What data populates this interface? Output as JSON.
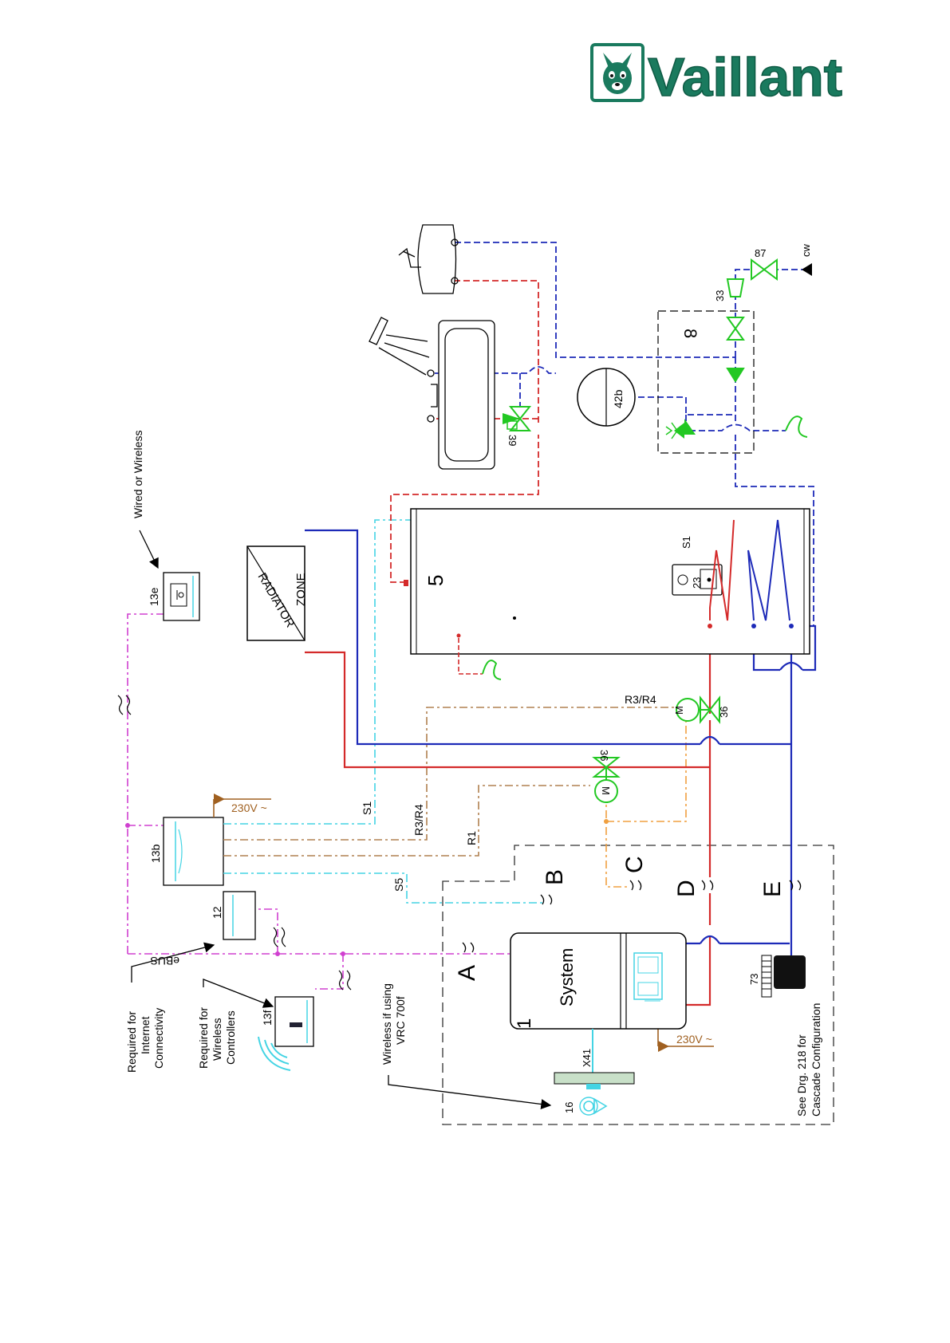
{
  "brand": {
    "name": "Vaillant",
    "color": "#1a7a5e"
  },
  "colors": {
    "flow": "#d42a2a",
    "return": "#1d2ab8",
    "sensor": "#44d4e4",
    "relay": "#b08050",
    "orange": "#f0a040",
    "ebus": "#d040d0",
    "power": "#a06020",
    "green": "#22c822"
  },
  "labels": {
    "wired_or_wireless": "Wired or Wireless",
    "c13e": "13e",
    "c13b": "13b",
    "c13f": "13f",
    "c12": "12",
    "v230_a": "230V ~",
    "v230_b": "230V ~",
    "s1_a": "S1",
    "s1_b": "S1",
    "r3r4_a": "R3/R4",
    "r3r4_b": "R3/R4",
    "r1": "R1",
    "s5": "S5",
    "ebus": "eBUS",
    "internet_1": "Required for",
    "internet_2": "Internet",
    "internet_3": "Connectivity",
    "wireless_ctrl_1": "Required for",
    "wireless_ctrl_2": "Wireless",
    "wireless_ctrl_3": "Controllers",
    "vrc_1": "Wireless if using",
    "vrc_2": "VRC 700f",
    "radiator": "RADIATOR",
    "zone": "ZONE",
    "c5": "5",
    "c23": "23",
    "c36_a": "36",
    "c36_b": "36",
    "c39": "39",
    "c42b": "42b",
    "c8": "8",
    "c33": "33",
    "c87": "87",
    "cw": "cw",
    "a": "A",
    "b": "B",
    "c": "C",
    "d": "D",
    "e": "E",
    "system": "System",
    "c1": "1",
    "x41": "X41",
    "c16": "16",
    "c73": "73",
    "drg_1": "See Drg. 218 for",
    "drg_2": "Cascade Configuration",
    "m_a": "M",
    "m_b": "M"
  }
}
